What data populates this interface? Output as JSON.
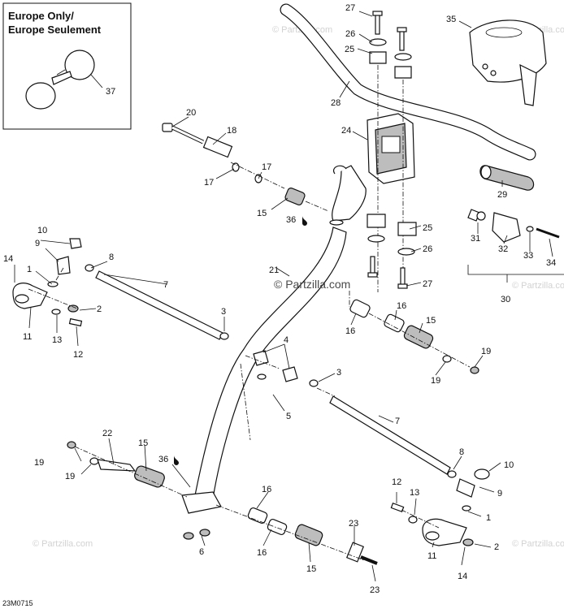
{
  "diagram": {
    "code": "23M0715",
    "inset_title_line1": "Europe Only/",
    "inset_title_line2": "Europe Seulement",
    "watermark_main": "© Partzilla.com",
    "watermark_faint": "© Partzilla.com",
    "callouts": {
      "c1a": "1",
      "c1b": "1",
      "c2a": "2",
      "c2b": "2",
      "c3a": "3",
      "c3b": "3",
      "c4": "4",
      "c5": "5",
      "c6": "6",
      "c7a": "7",
      "c7b": "7",
      "c8a": "8",
      "c8b": "8",
      "c9a": "9",
      "c9b": "9",
      "c10a": "10",
      "c10b": "10",
      "c11a": "11",
      "c11b": "11",
      "c12a": "12",
      "c12b": "12",
      "c13a": "13",
      "c13b": "13",
      "c14a": "14",
      "c14b": "14",
      "c15a": "15",
      "c15b": "15",
      "c15c": "15",
      "c15d": "15",
      "c16a": "16",
      "c16b": "16",
      "c16c": "16",
      "c16d": "16",
      "c17a": "17",
      "c17b": "17",
      "c18": "18",
      "c19a": "19",
      "c19b": "19",
      "c19c": "19",
      "c19d": "19",
      "c20": "20",
      "c21": "21",
      "c22": "22",
      "c23a": "23",
      "c23b": "23",
      "c24": "24",
      "c25a": "25",
      "c25b": "25",
      "c26a": "26",
      "c26b": "26",
      "c27a": "27",
      "c27b": "27",
      "c28": "28",
      "c29": "29",
      "c30": "30",
      "c31": "31",
      "c32": "32",
      "c33": "33",
      "c34": "34",
      "c35": "35",
      "c36a": "36",
      "c36b": "36",
      "c37": "37"
    }
  },
  "colors": {
    "line": "#111111",
    "watermark": "#d2d2d2",
    "fill_dark": "#bdbdbd"
  }
}
